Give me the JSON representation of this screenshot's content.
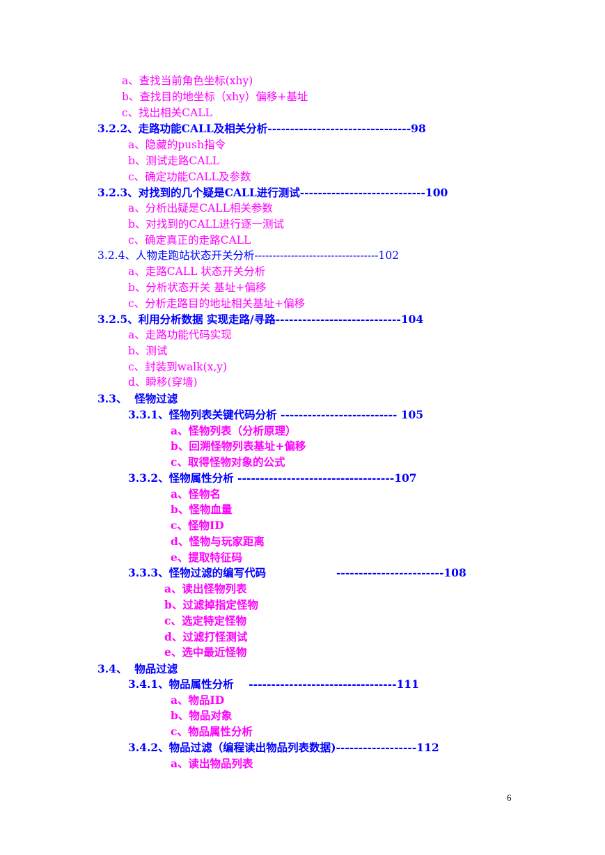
{
  "toc": [
    {
      "text": "a、查找当前角色坐标(xhy)",
      "color": "pink",
      "bold": false
    },
    {
      "text": "b、查找目的地坐标（xhy）偏移+基址",
      "color": "pink",
      "bold": false
    },
    {
      "text": "c、找出相关CALL",
      "color": "pink",
      "bold": false
    },
    {
      "text": "3.2.2、走路功能CALL及相关分析--------------------------------98",
      "color": "blue",
      "bold": true
    },
    {
      "text": "a、隐藏的push指令",
      "color": "pink",
      "bold": false
    },
    {
      "text": "b、测试走路CALL",
      "color": "pink",
      "bold": false
    },
    {
      "text": "c、确定功能CALL及参数",
      "color": "pink",
      "bold": false
    },
    {
      "text": "3.2.3、对找到的几个疑是CALL进行测试----------------------------100",
      "color": "blue",
      "bold": true
    },
    {
      "text": "a、分析出疑是CALL相关参数",
      "color": "pink",
      "bold": false
    },
    {
      "text": "b、对找到的CALL进行逐一测试",
      "color": "pink",
      "bold": false
    },
    {
      "text": "c、确定真正的走路CALL",
      "color": "pink",
      "bold": false
    },
    {
      "text": "3.2.4、人物走跑站状态开关分析----------------------------------102",
      "color": "blue",
      "bold": false
    },
    {
      "text": "a、走路CALL 状态开关分析",
      "color": "pink",
      "bold": false
    },
    {
      "text": "b、分析状态开关 基址+偏移",
      "color": "pink",
      "bold": false
    },
    {
      "text": "c、分析走路目的地址相关基址+偏移",
      "color": "pink",
      "bold": false
    },
    {
      "text": "3.2.5、利用分析数据 实现走路/寻路----------------------------104",
      "color": "blue",
      "bold": true
    },
    {
      "text": "a、走路功能代码实现",
      "color": "pink",
      "bold": false
    },
    {
      "text": "b、测试",
      "color": "pink",
      "bold": false
    },
    {
      "text": "c、封装到walk(x,y)",
      "color": "pink",
      "bold": false
    },
    {
      "text": "d、瞬移(穿墙)",
      "color": "pink",
      "bold": false
    },
    {
      "text": "3.3、  怪物过滤",
      "color": "blue",
      "bold": true
    },
    {
      "text": "3.3.1、怪物列表关键代码分析 -------------------------- 105",
      "color": "blue",
      "bold": true
    },
    {
      "text": "a、怪物列表（分析原理）",
      "color": "pink",
      "bold": true
    },
    {
      "text": "b、回溯怪物列表基址+偏移",
      "color": "pink",
      "bold": true
    },
    {
      "text": "c、取得怪物对象的公式",
      "color": "pink",
      "bold": true
    },
    {
      "text": "3.3.2、怪物属性分析 -----------------------------------107",
      "color": "blue",
      "bold": true
    },
    {
      "text": "a、怪物名",
      "color": "pink",
      "bold": true
    },
    {
      "text": "b、怪物血量",
      "color": "pink",
      "bold": true
    },
    {
      "text": "c、怪物ID",
      "color": "pink",
      "bold": true
    },
    {
      "text": "d、怪物与玩家距离",
      "color": "pink",
      "bold": true
    },
    {
      "text": "e、提取特征码",
      "color": "pink",
      "bold": true
    },
    {
      "text": "3.3.3、怪物过滤的编写代码",
      "color": "blue",
      "bold": true
    },
    {
      "text": "a、读出怪物列表",
      "color": "pink",
      "bold": true
    },
    {
      "text": "b、过滤掉指定怪物",
      "color": "pink",
      "bold": true
    },
    {
      "text": "c、选定特定怪物",
      "color": "pink",
      "bold": true
    },
    {
      "text": "d、过滤打怪测试",
      "color": "pink",
      "bold": true
    },
    {
      "text": "e、选中最近怪物",
      "color": "pink",
      "bold": true
    },
    {
      "text": "3.4、  物品过滤",
      "color": "blue",
      "bold": true
    },
    {
      "text": "3.4.1、物品属性分析    ---------------------------------111",
      "color": "blue",
      "bold": true
    },
    {
      "text": "a、物品ID",
      "color": "pink",
      "bold": true
    },
    {
      "text": "b、物品对象",
      "color": "pink",
      "bold": true
    },
    {
      "text": "c、物品属性分析",
      "color": "pink",
      "bold": true
    },
    {
      "text": "3.4.2、物品过滤（编程读出物品列表数据)------------------112",
      "color": "blue",
      "bold": true
    },
    {
      "text": "a、读出物品列表",
      "color": "pink",
      "bold": true
    }
  ],
  "toc_extra": {
    "text": "------------------------108",
    "color": "blue",
    "bold": true
  },
  "page_number": "6",
  "colors": {
    "pink": "#ff00ff",
    "blue": "#0000ff"
  }
}
